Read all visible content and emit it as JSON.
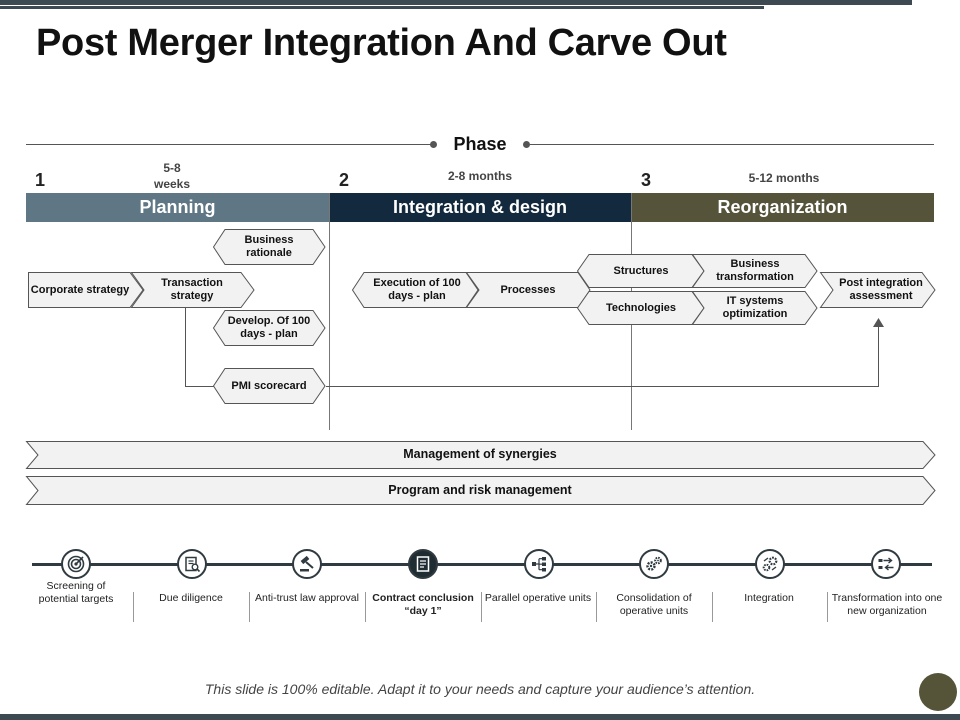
{
  "title": "Post Merger Integration And Carve Out",
  "phase_label": "Phase",
  "phases": [
    {
      "number": "1",
      "duration": "5-8\nweeks",
      "name": "Planning",
      "color": "#5f7784"
    },
    {
      "number": "2",
      "duration": "2-8 months",
      "name": "Integration & design",
      "color": "#13293d"
    },
    {
      "number": "3",
      "duration": "5-12 months",
      "name": "Reorganization",
      "color": "#55543a"
    }
  ],
  "planning_steps": {
    "corporate_strategy": "Corporate strategy",
    "transaction_strategy": "Transaction strategy",
    "business_rationale": "Business rationale",
    "develop_plan": "Develop. Of 100 days - plan",
    "pmi_scorecard": "PMI scorecard"
  },
  "integration_steps": {
    "execution_plan": "Execution of 100 days - plan",
    "processes": "Processes",
    "structures": "Structures",
    "technologies": "Technologies"
  },
  "reorg_steps": {
    "business_transformation": "Business transformation",
    "it_systems": "IT systems optimization",
    "post_integration": "Post integration assessment"
  },
  "bands": [
    "Management of synergies",
    "Program and risk management"
  ],
  "timeline": [
    {
      "label": "Screening of potential targets",
      "icon": "target-icon",
      "bold": false
    },
    {
      "label": "Due diligence",
      "icon": "clipboard-search-icon",
      "bold": false
    },
    {
      "label": "Anti-trust law approval",
      "icon": "gavel-icon",
      "bold": false
    },
    {
      "label": "Contract conclusion “day 1”",
      "icon": "contract-icon",
      "bold": true
    },
    {
      "label": "Parallel operative units",
      "icon": "hierarchy-icon",
      "bold": false
    },
    {
      "label": "Consolidation of operative units",
      "icon": "gears-icon",
      "bold": false
    },
    {
      "label": "Integration",
      "icon": "gear-puzzle-icon",
      "bold": false
    },
    {
      "label": "Transformation into one new organization",
      "icon": "transform-arrows-icon",
      "bold": false
    }
  ],
  "footer": "This slide is 100% editable. Adapt it to your needs and capture your audience’s attention.",
  "colors": {
    "dark": "#2f3b40",
    "chevron_fill": "#f2f2f2",
    "chevron_stroke": "#555555"
  }
}
